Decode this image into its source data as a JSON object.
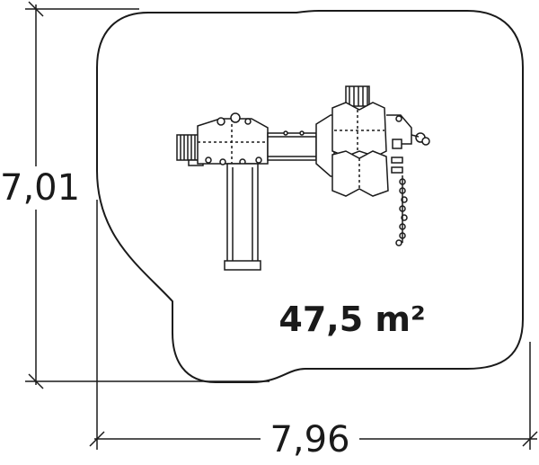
{
  "dimensions": {
    "height_label": "7,01",
    "width_label": "7,96"
  },
  "area_label": "47,5 m²",
  "colors": {
    "line": "#1a1a1a",
    "fill": "#ffffff",
    "background": "#ffffff"
  }
}
